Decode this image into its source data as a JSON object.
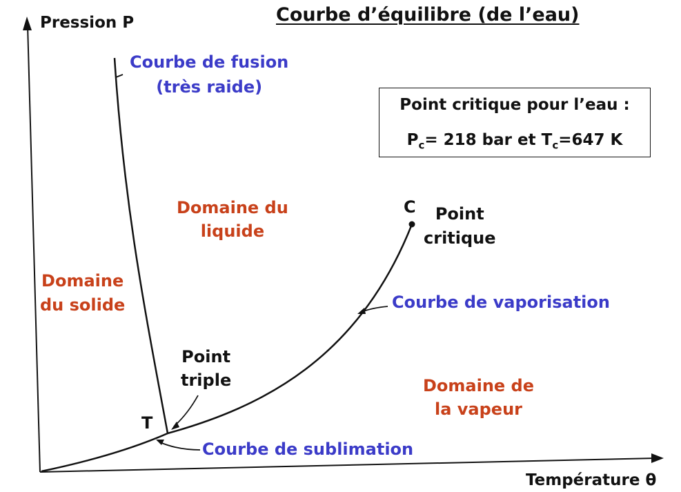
{
  "title": "Courbe d’équilibre (de l’eau)",
  "axes": {
    "y_label": "Pression P",
    "x_label": "Température θ"
  },
  "curves": {
    "fusion": [
      "Courbe de fusion",
      "(très raide)"
    ],
    "vaporisation": "Courbe de vaporisation",
    "sublimation": "Courbe de sublimation"
  },
  "domains": {
    "liquide": [
      "Domaine du",
      "liquide"
    ],
    "solide": [
      "Domaine",
      "du solide"
    ],
    "vapeur": [
      "Domaine de",
      "la vapeur"
    ]
  },
  "points": {
    "critical_letter": "C",
    "critical_label": [
      "Point",
      "critique"
    ],
    "triple_letter": "T",
    "triple_label": [
      "Point",
      "triple"
    ]
  },
  "critical_box": {
    "heading": "Point critique pour l’eau :",
    "pc_symbol": "P",
    "pc_sub": "c",
    "pc_value": "= 218 bar et ",
    "tc_symbol": "T",
    "tc_sub": "c",
    "tc_value": "=647 K"
  },
  "colors": {
    "curve_label": "#3b3bc8",
    "domain_label": "#c8411a",
    "ink": "#111111"
  }
}
